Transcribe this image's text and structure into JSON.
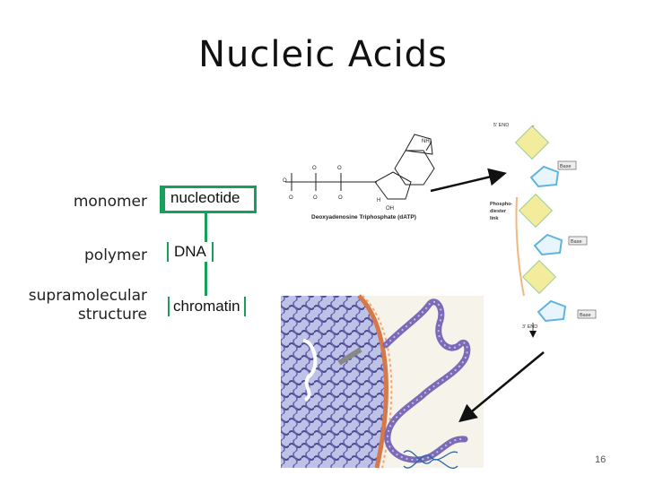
{
  "title": "Nucleic Acids",
  "labels": {
    "monomer": "monomer",
    "polymer": "polymer",
    "supra_line1": "supramolecular",
    "supra_line2": "structure"
  },
  "terms": {
    "nucleotide": "nucleotide",
    "dna": "DNA",
    "chromatin": "chromatin"
  },
  "datp": {
    "caption": "Deoxyadenosine Triphosphate (dATP)",
    "nh2": "NH₂",
    "oh": "OH",
    "h": "H"
  },
  "strand": {
    "five_end": "5' END",
    "three_end": "3' END",
    "link_l1": "Phospho-",
    "link_l2": "diester",
    "link_l3": "link",
    "base": "Base"
  },
  "page_number": "16",
  "colors": {
    "green": "#16a05a",
    "phosphate": "#f3ec9c",
    "sugar": "#9fd4f0",
    "chromatin": "#6a5aa8"
  }
}
